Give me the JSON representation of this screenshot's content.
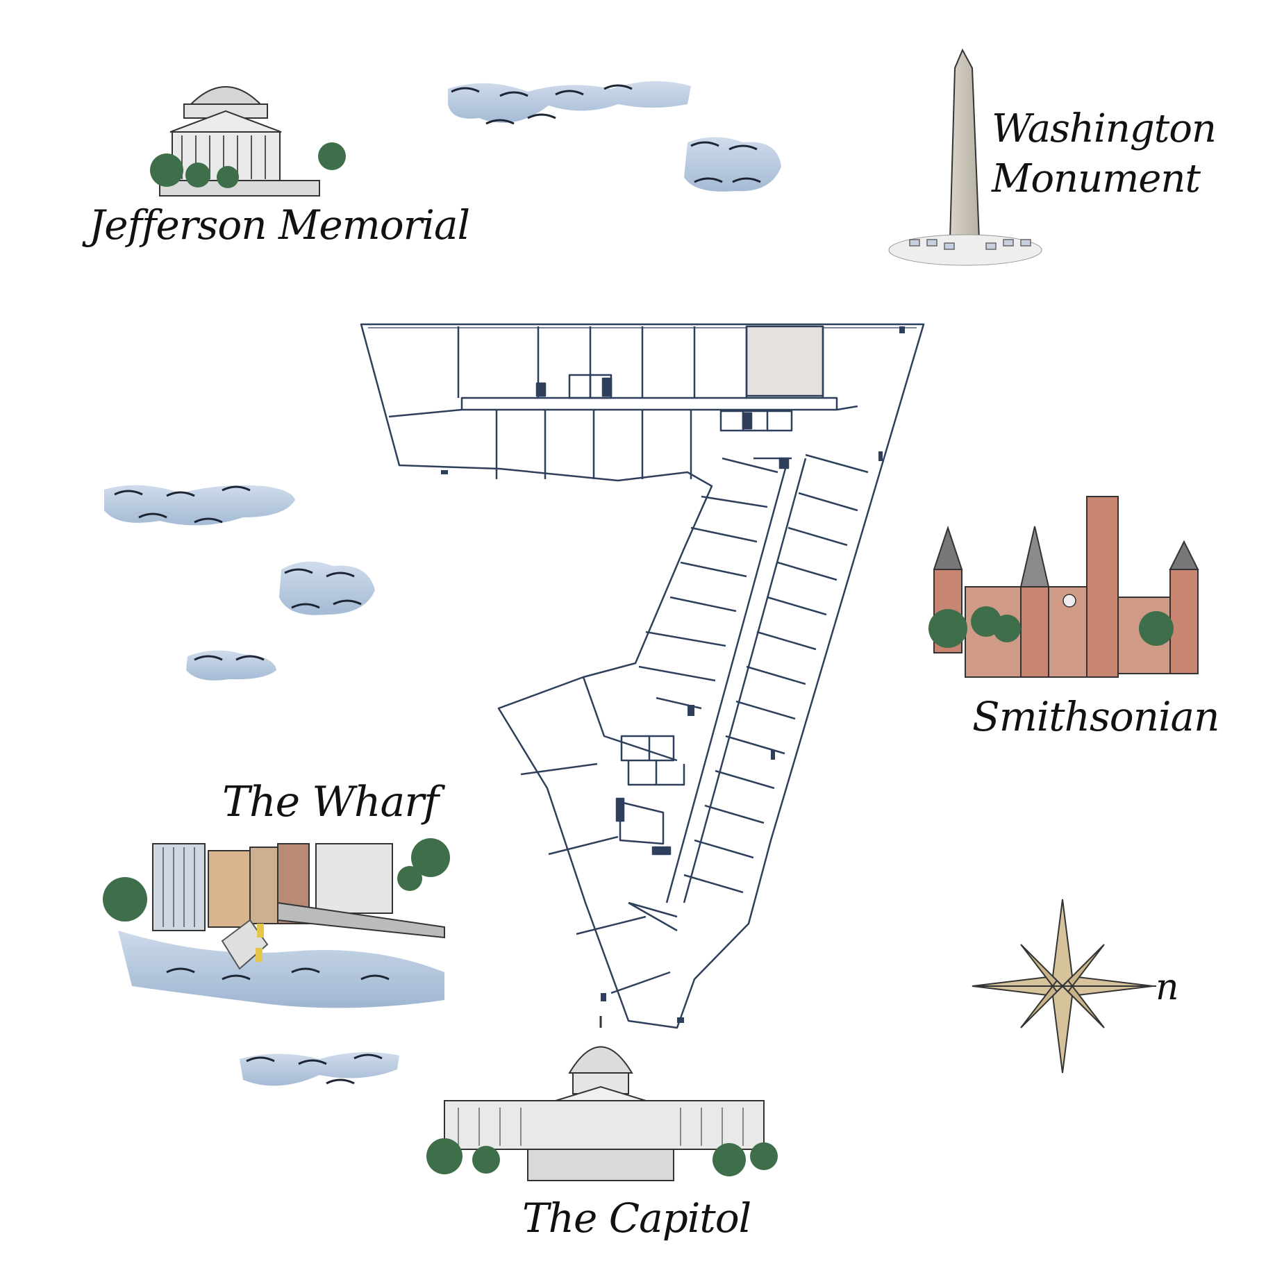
{
  "map": {
    "landmarks": {
      "jefferson": {
        "label": "Jefferson Memorial",
        "icon": "jefferson-memorial-icon"
      },
      "washington": {
        "line1": "Washington",
        "line2": "Monument",
        "icon": "washington-monument-icon"
      },
      "smithsonian": {
        "label": "Smithsonian",
        "icon": "smithsonian-castle-icon"
      },
      "wharf": {
        "label": "The Wharf",
        "icon": "wharf-icon"
      },
      "capitol": {
        "label": "The Capitol",
        "icon": "capitol-building-icon"
      }
    },
    "compass": {
      "label": "n",
      "icon": "compass-rose-icon"
    },
    "colors": {
      "floorplan_line": "#2e3f5c",
      "highlight_unit": "#e5e1de",
      "water": "#9fb7d4",
      "water_dark": "#6f8fb8",
      "tree": "#3f6e4a",
      "brick": "#c07f6a",
      "stone": "#c9c9c9",
      "compass_fill": "#d6c39c"
    }
  }
}
